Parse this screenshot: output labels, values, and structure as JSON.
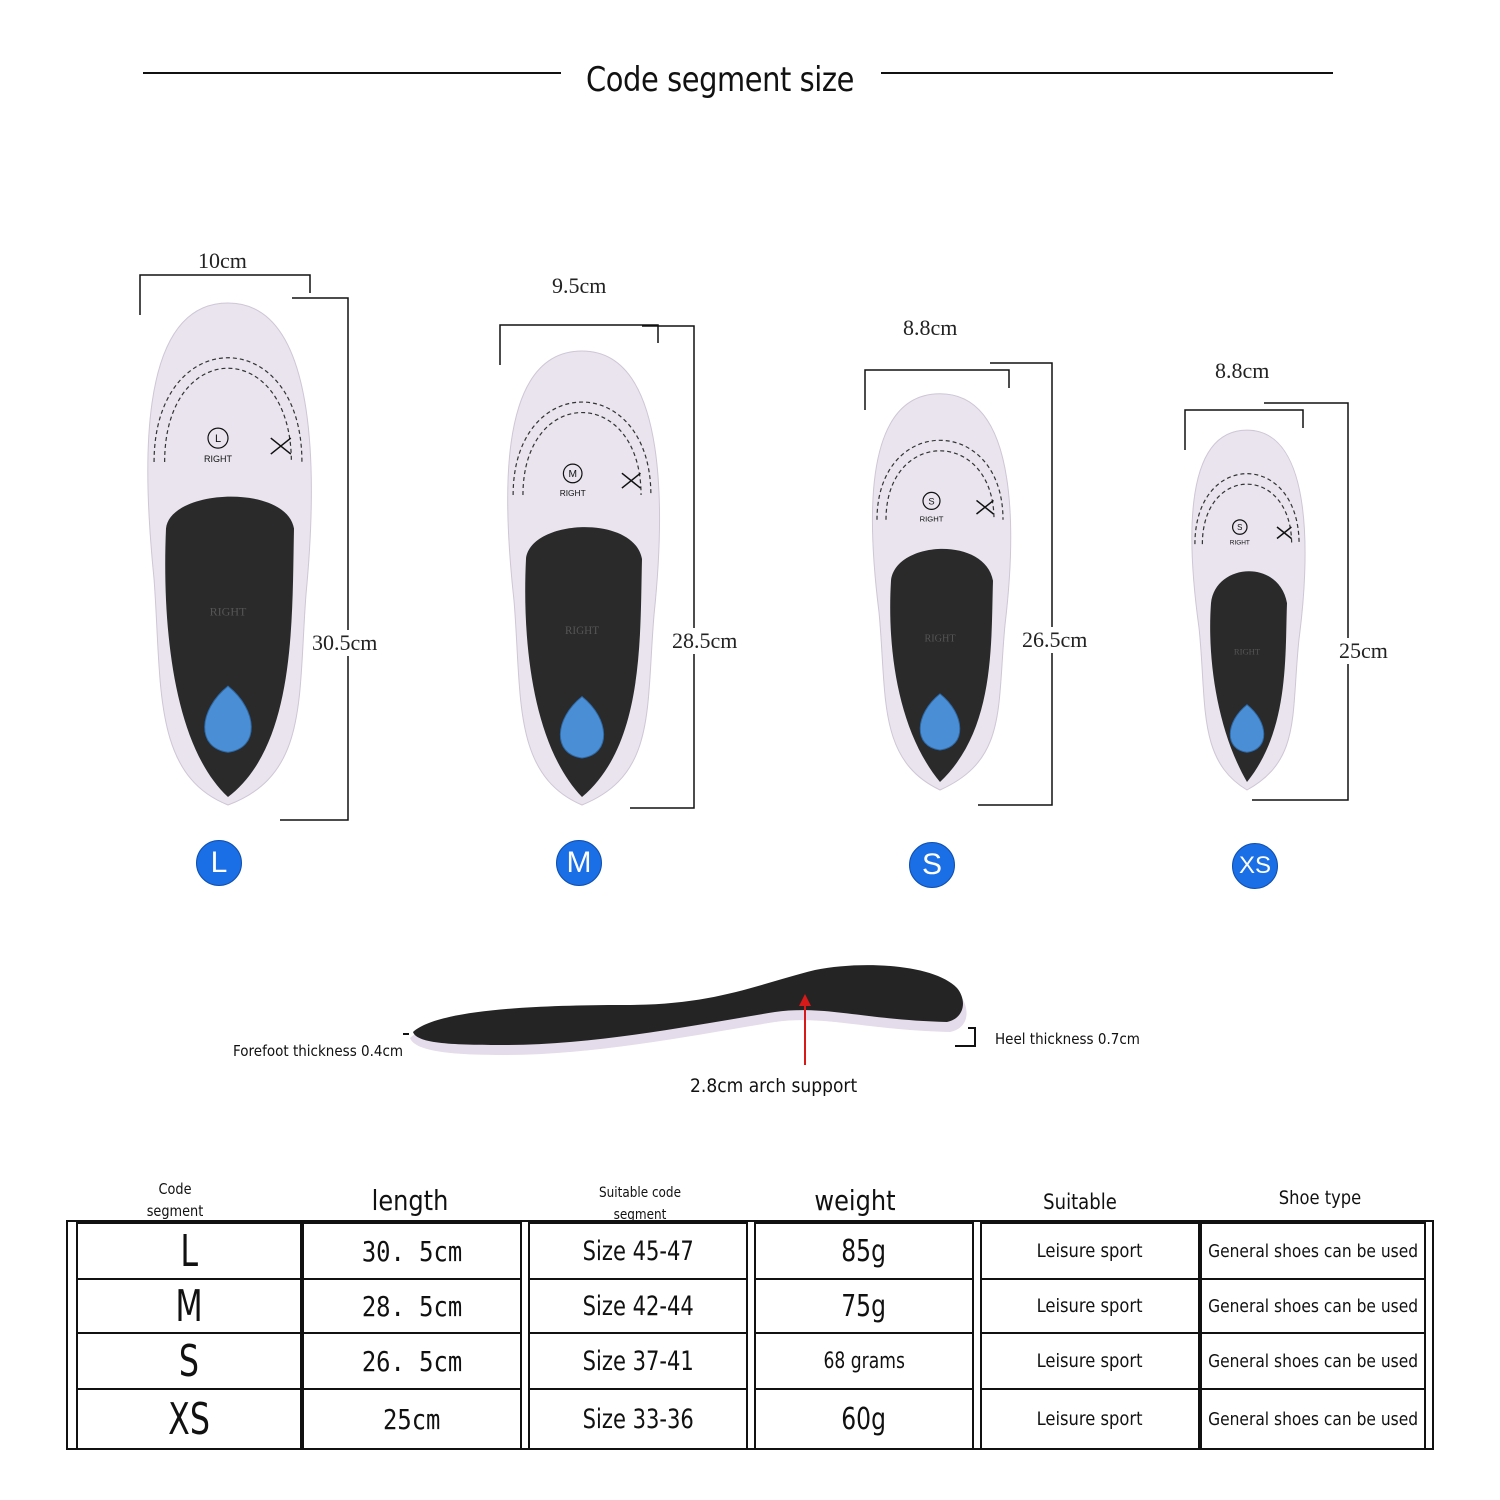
{
  "header": {
    "title": "Code segment size"
  },
  "insoles": [
    {
      "size": "L",
      "width": "10cm",
      "length": "30.5cm",
      "tag": "L",
      "tag_text": "RIGHT",
      "brand_text": "RIGHT"
    },
    {
      "size": "M",
      "width": "9.5cm",
      "length": "28.5cm",
      "tag": "M",
      "tag_text": "RIGHT",
      "brand_text": "RIGHT"
    },
    {
      "size": "S",
      "width": "8.8cm",
      "length": "26.5cm",
      "tag": "S",
      "tag_text": "RIGHT",
      "brand_text": "RIGHT"
    },
    {
      "size": "XS",
      "width": "8.8cm",
      "length": "25cm",
      "tag": "S",
      "tag_text": "RIGHT",
      "brand_text": "RIGHT"
    }
  ],
  "profile": {
    "forefoot": "Forefoot thickness 0.4cm",
    "heel": "Heel thickness 0.7cm",
    "arch": "2.8cm arch support"
  },
  "table": {
    "headers": {
      "code_line1": "Code",
      "code_line2": "segment",
      "length": "length",
      "suitable_code_line1": "Suitable code",
      "suitable_code_line2": "segment",
      "weight": "weight",
      "suitable": "Suitable",
      "shoe_type": "Shoe type"
    },
    "rows": [
      {
        "code": "L",
        "length": "30. 5cm",
        "suitable_code": "Size 45-47",
        "weight": "85g",
        "suitable": "Leisure sport",
        "shoe_type": "General shoes can be used"
      },
      {
        "code": "M",
        "length": "28. 5cm",
        "suitable_code": "Size 42-44",
        "weight": "75g",
        "suitable": "Leisure sport",
        "shoe_type": "General shoes can be used"
      },
      {
        "code": "S",
        "length": "26. 5cm",
        "suitable_code": "Size 37-41",
        "weight": "68 grams",
        "suitable": "Leisure sport",
        "shoe_type": "General shoes can be used"
      },
      {
        "code": "XS",
        "length": "25cm",
        "suitable_code": "Size 33-36",
        "weight": "60g",
        "suitable": "Leisure sport",
        "shoe_type": "General shoes can be used"
      }
    ]
  },
  "colors": {
    "badge": "#1a6fe6",
    "insole_top": "#e9e4ee",
    "insole_bottom": "#2a2a2a",
    "heel_pad": "#4a8fd6",
    "arch_arrow": "#d61a1a"
  }
}
